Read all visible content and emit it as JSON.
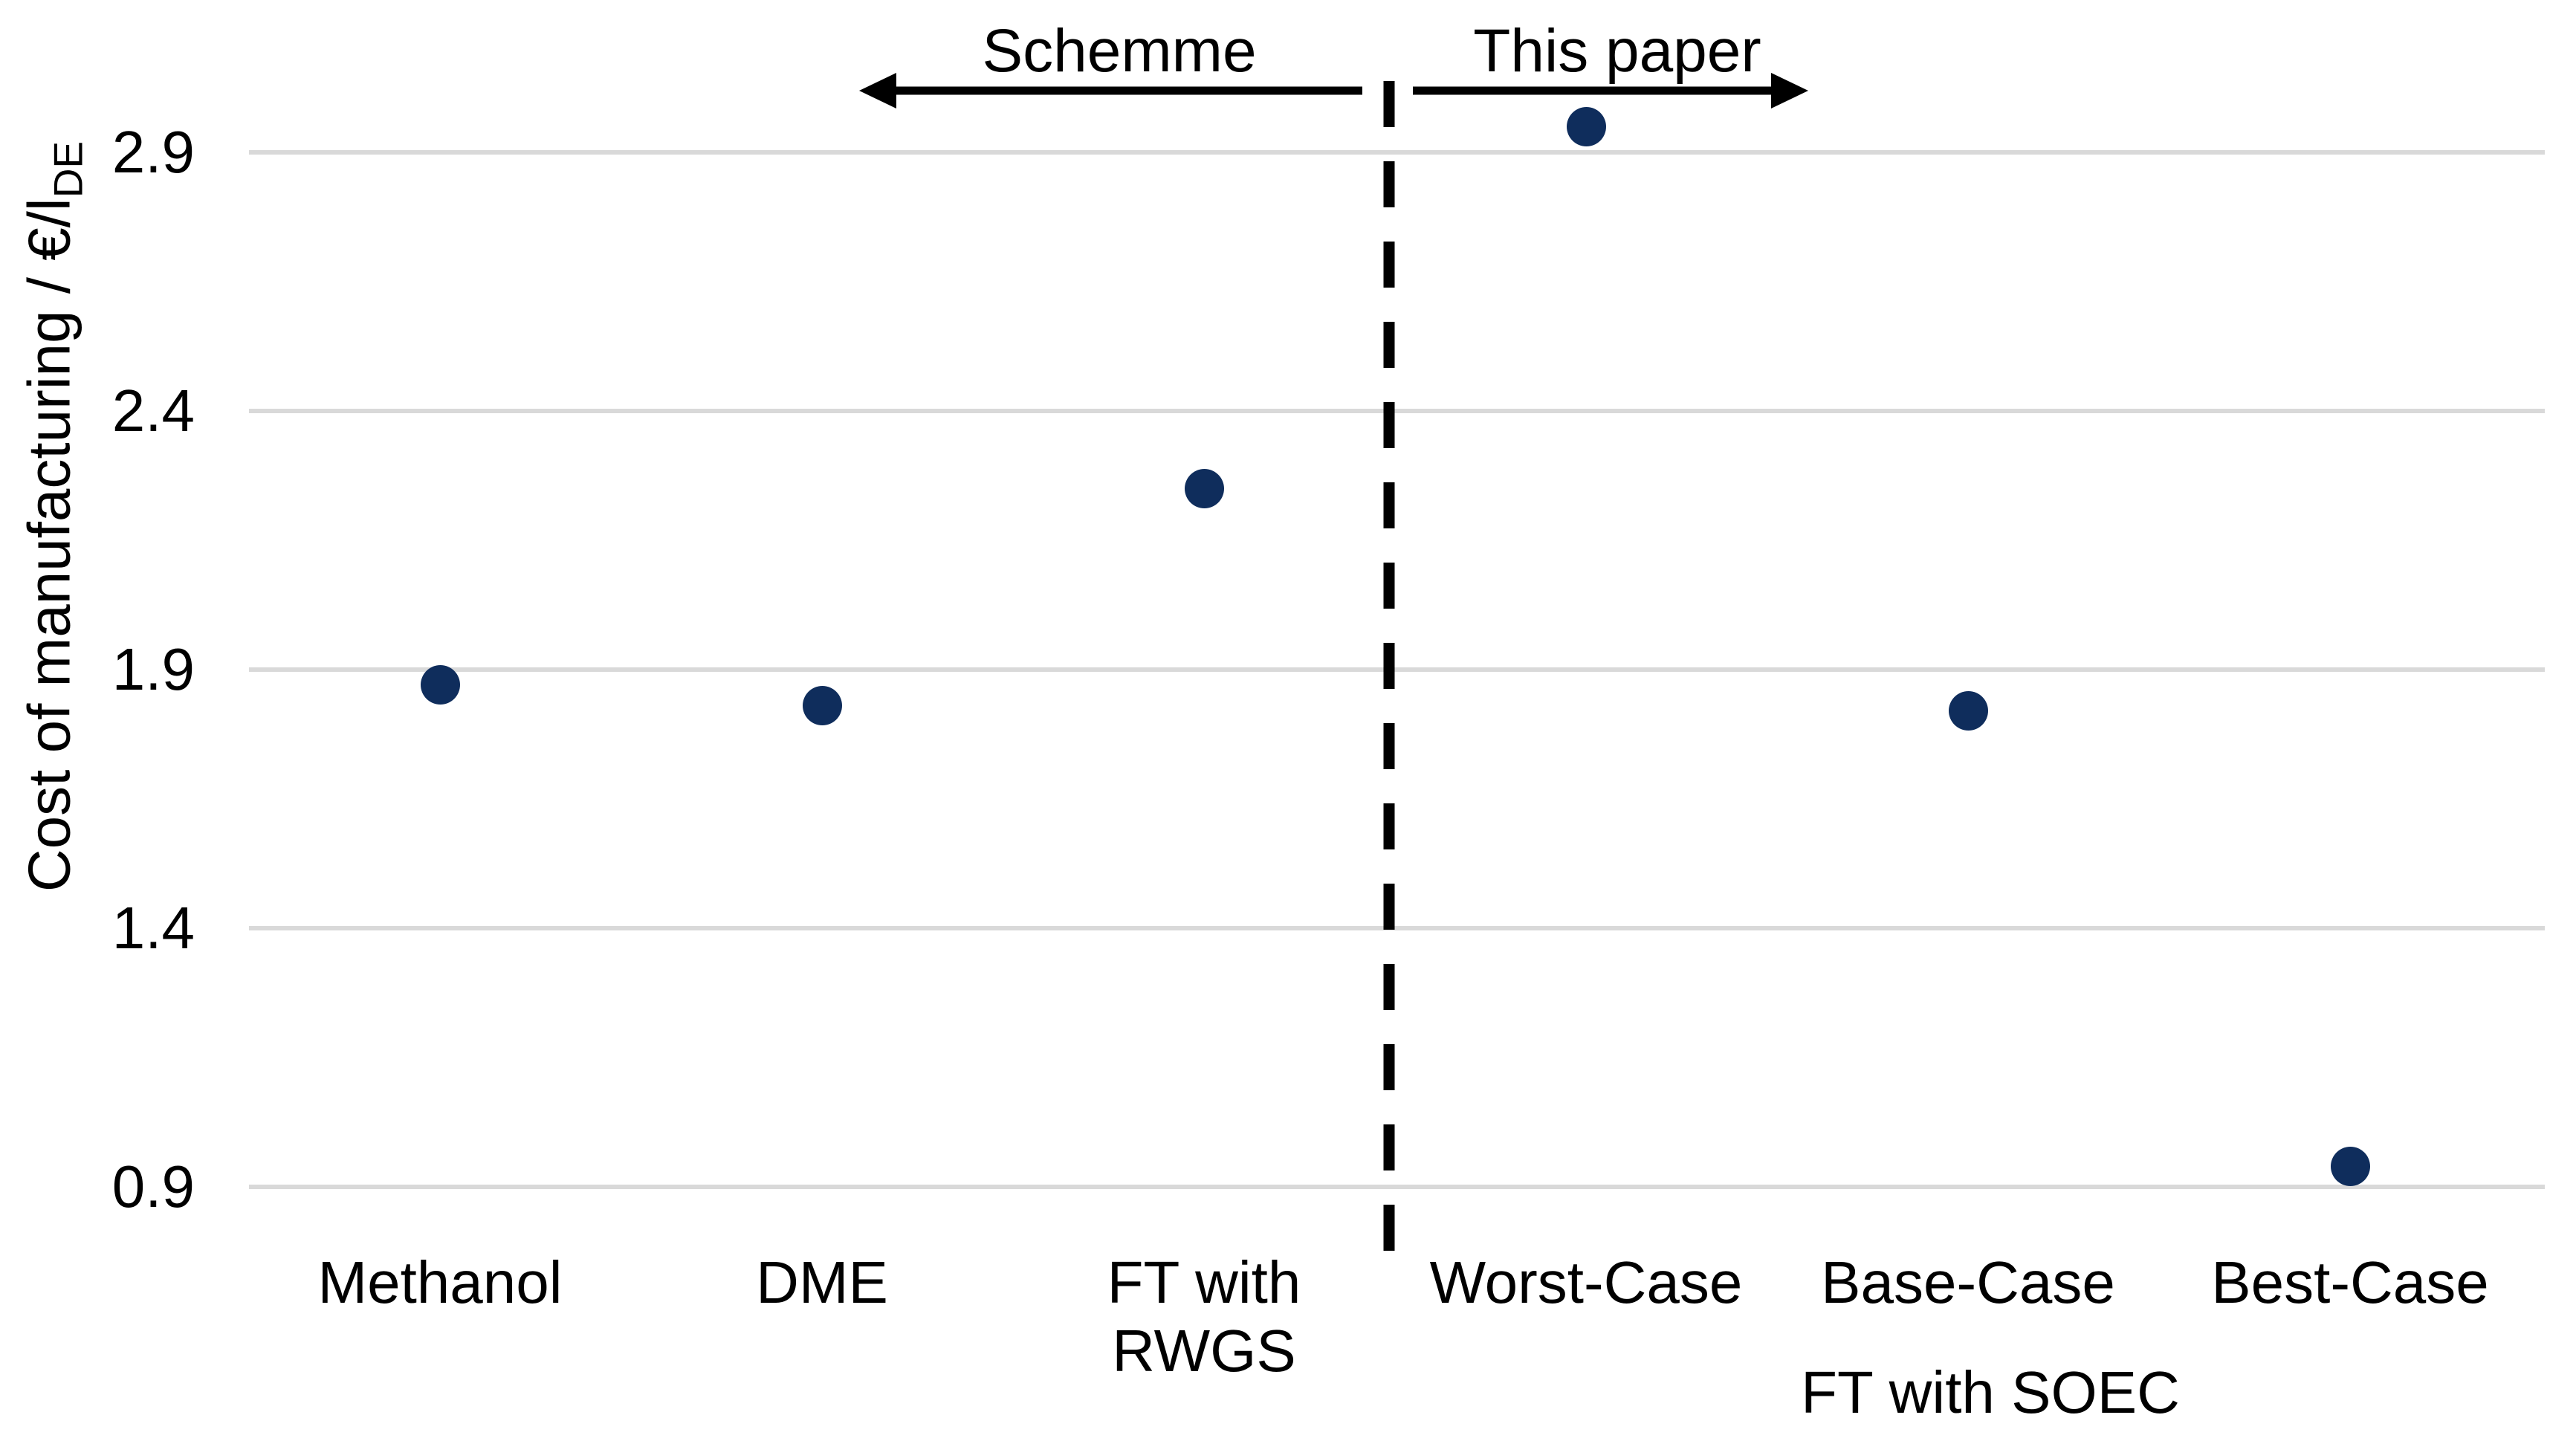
{
  "y_axis": {
    "title": "Cost of manufacturing / €/l",
    "title_subscript": "DE",
    "tick_labels": [
      "2.9",
      "2.4",
      "1.9",
      "1.4",
      "0.9"
    ]
  },
  "annotations": {
    "left_group_label": "Schemme",
    "right_group_label": "This paper"
  },
  "x_axis": {
    "group_label": "FT with SOEC"
  },
  "chart_data": {
    "type": "scatter",
    "title": "",
    "xlabel": "",
    "ylabel": "Cost of manufacturing / €/l_DE",
    "categories": [
      "Methanol",
      "DME",
      "FT with RWGS",
      "Worst-Case",
      "Base-Case",
      "Best-Case"
    ],
    "category_label_lines": [
      [
        "Methanol"
      ],
      [
        "DME"
      ],
      [
        "FT with",
        "RWGS"
      ],
      [
        "Worst-Case"
      ],
      [
        "Base-Case"
      ],
      [
        "Best-Case"
      ]
    ],
    "values": [
      1.87,
      1.83,
      2.25,
      2.95,
      1.82,
      0.94
    ],
    "yticks": [
      2.9,
      2.4,
      1.9,
      1.4,
      0.9
    ],
    "ylim": [
      0.65,
      3.05
    ],
    "grid": "horizontal",
    "legend": "none",
    "marker_shape": "circle",
    "marker_color": "#0F2D5C",
    "grid_color": "#D9D9D9",
    "groups": [
      {
        "label": "Schemme",
        "categories": [
          "Methanol",
          "DME",
          "FT with RWGS"
        ],
        "arrow_direction": "left"
      },
      {
        "label": "This paper",
        "categories": [
          "Worst-Case",
          "Base-Case",
          "Best-Case"
        ],
        "arrow_direction": "right"
      },
      {
        "label": "FT with SOEC",
        "categories": [
          "Worst-Case",
          "Base-Case",
          "Best-Case"
        ],
        "position": "below-axis"
      }
    ]
  }
}
